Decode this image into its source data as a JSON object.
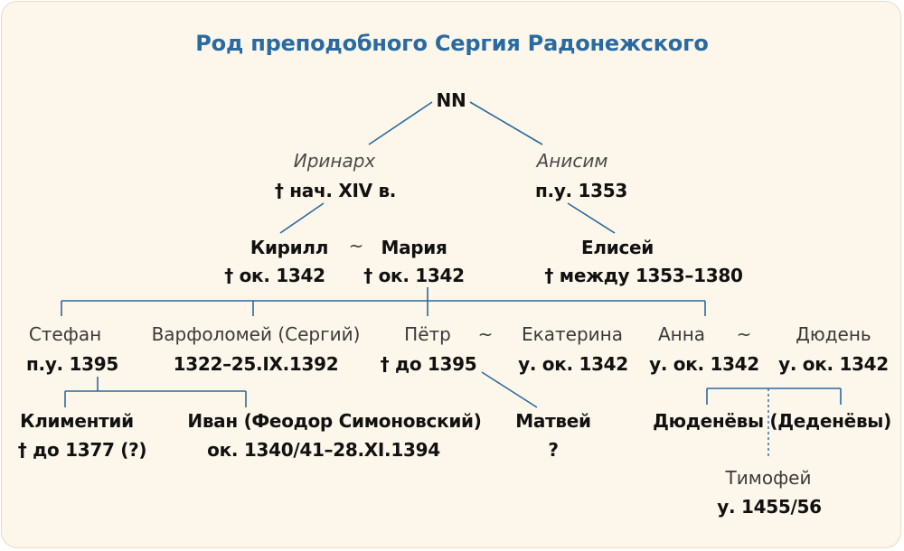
{
  "title": "Род преподобного Сергия Радонежского",
  "root": "NN",
  "gen1": {
    "irinarkh": {
      "name": "Иринарх",
      "note": "† нач. XIV в."
    },
    "anisim": {
      "name": "Анисим",
      "note": "п.у. 1353"
    }
  },
  "gen2": {
    "kirill": {
      "name": "Кирилл",
      "note": "† ок. 1342"
    },
    "mariya": {
      "name": "Мария",
      "note": "† ок. 1342"
    },
    "elisey": {
      "name": "Елисей",
      "note": "† между 1353–1380"
    },
    "marriage": "~"
  },
  "gen3": {
    "stefan": {
      "name": "Стефан",
      "note": "п.у. 1395"
    },
    "varfolomey": {
      "name": "Варфоломей (Сергий)",
      "note": "1322–25.IX.1392"
    },
    "petr": {
      "name": "Пётр",
      "note": "† до 1395"
    },
    "ekaterina": {
      "name": "Екатерина",
      "note": "у. ок. 1342"
    },
    "anna": {
      "name": "Анна",
      "note": "у. ок. 1342"
    },
    "duden": {
      "name": "Дюдень",
      "note": "у. ок. 1342"
    },
    "marriage1": "~",
    "marriage2": "~"
  },
  "gen4": {
    "klimentiy": {
      "name": "Климентий",
      "note": "† до 1377 (?)"
    },
    "ivan": {
      "name": "Иван (Феодор Симоновский)",
      "note": "ок. 1340/41–28.XI.1394"
    },
    "matvey": {
      "name": "Матвей",
      "note": "?"
    },
    "dudenevy": "Дюденёвы (Деденёвы)"
  },
  "gen5": {
    "timofey": {
      "name": "Тимофей",
      "note": "у. 1455/56"
    }
  },
  "colors": {
    "title": "#2a6aa0",
    "lines": "#2a6aa0",
    "background": "#fdf6ea"
  }
}
